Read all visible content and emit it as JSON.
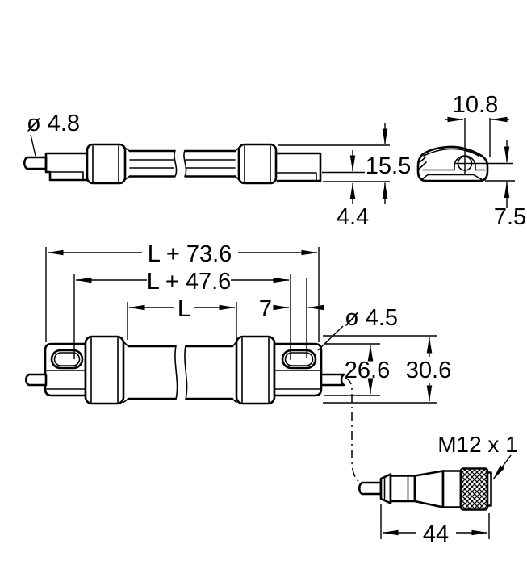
{
  "drawing": {
    "background": "#ffffff",
    "line_color": "#000000",
    "views": {
      "side_view": {
        "dims": {
          "cable_diameter": "ø 4.8",
          "overall_height": "15.5",
          "base_height": "4.4"
        }
      },
      "end_view": {
        "dims": {
          "hole_offset": "10.8",
          "hole_center_height": "7.5"
        }
      },
      "plan_view": {
        "dims": {
          "overall_length": "L + 73.6",
          "slot_center_distance": "L + 47.6",
          "profile_length": "L",
          "slot_travel": "7",
          "slot_width": "ø 4.5",
          "bracket_height": "26.6",
          "overall_height": "30.6"
        }
      },
      "connector_view": {
        "dims": {
          "thread": "M12 x 1",
          "length": "44"
        }
      }
    }
  }
}
